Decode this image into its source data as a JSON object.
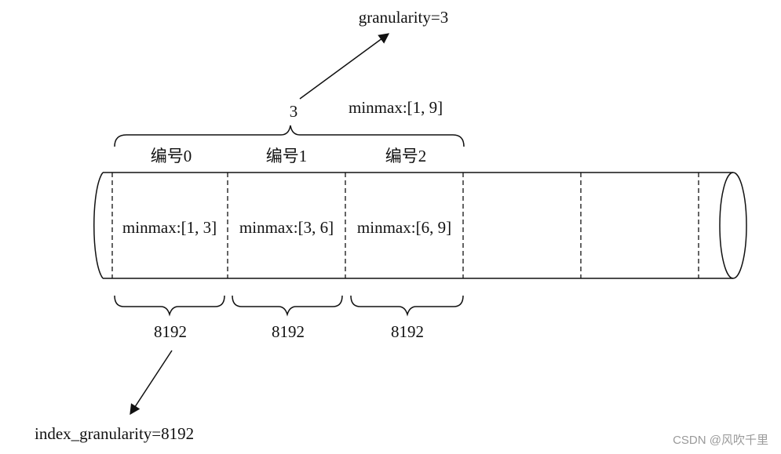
{
  "top_granularity_label": "granularity=3",
  "group_count": "3",
  "group_minmax": "minmax:[1, 9]",
  "marks": [
    {
      "id_label": "编号0",
      "minmax": "minmax:[1, 3]",
      "rows": "8192"
    },
    {
      "id_label": "编号1",
      "minmax": "minmax:[3, 6]",
      "rows": "8192"
    },
    {
      "id_label": "编号2",
      "minmax": "minmax:[6, 9]",
      "rows": "8192"
    }
  ],
  "index_granularity_label": "index_granularity=8192",
  "watermark": "CSDN @风吹千里",
  "colors": {
    "line": "#111111",
    "watermark": "#9a9a9a"
  }
}
